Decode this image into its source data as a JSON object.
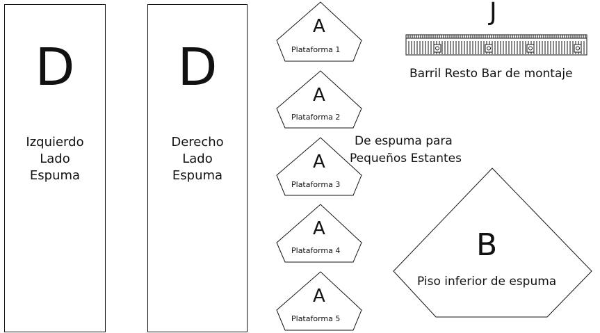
{
  "left_panel": {
    "letter": "D",
    "lines": [
      "Izquierdo",
      "Lado",
      "Espuma"
    ]
  },
  "right_panel": {
    "letter": "D",
    "lines": [
      "Derecho",
      "Lado",
      "Espuma"
    ]
  },
  "shelves": [
    {
      "letter": "A",
      "label": "Plataforma 1"
    },
    {
      "letter": "A",
      "label": "Plataforma 2"
    },
    {
      "letter": "A",
      "label": "Plataforma 3"
    },
    {
      "letter": "A",
      "label": "Plataforma 4"
    },
    {
      "letter": "A",
      "label": "Plataforma 5"
    }
  ],
  "shelves_caption": [
    "De espuma para",
    "Pequeños Estantes"
  ],
  "bar": {
    "letter": "J",
    "label": "Barril Resto Bar de montaje"
  },
  "floor": {
    "letter": "B",
    "label": "Piso inferior de espuma"
  }
}
